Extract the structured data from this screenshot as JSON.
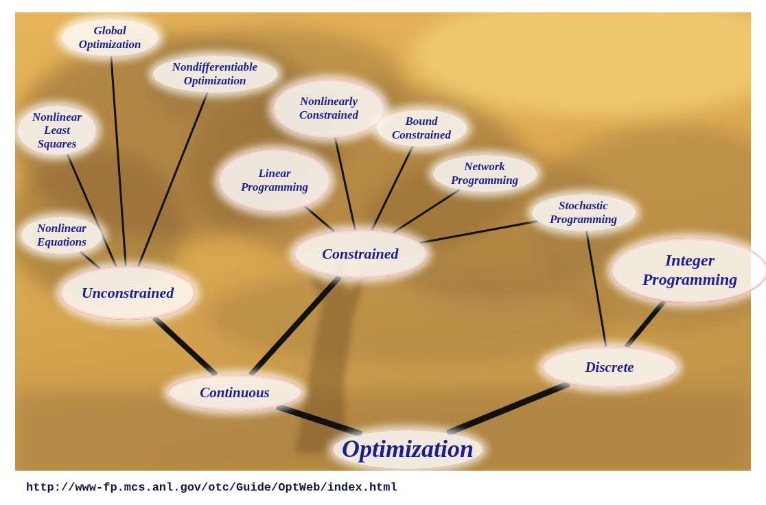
{
  "diagram": {
    "nodes": [
      {
        "text": [
          "Global Optimization"
        ]
      },
      {
        "text": [
          "Nondifferentiable Optimization"
        ]
      },
      {
        "text": [
          "Nonlinearly Constrained"
        ]
      },
      {
        "text": [
          "Bound Constrained"
        ]
      },
      {
        "text": [
          "Nonlinear Least Squares"
        ]
      },
      {
        "text": [
          "Linear Programming"
        ]
      },
      {
        "text": [
          "Network Programming"
        ]
      },
      {
        "text": [
          "Stochastic Programming"
        ]
      },
      {
        "text": [
          "Nonlinear Equations"
        ]
      },
      {
        "text": [
          "Constrained"
        ]
      },
      {
        "text": [
          "Integer Programming"
        ]
      },
      {
        "text": [
          "Unconstrained"
        ]
      },
      {
        "text": [
          "Discrete"
        ]
      },
      {
        "text": [
          "Continuous"
        ]
      },
      {
        "text": [
          "Optimization"
        ]
      }
    ],
    "edges": [
      {
        "from": 14,
        "to": 13,
        "arrow": "none"
      },
      {
        "from": 14,
        "to": 12,
        "arrow": "none"
      },
      {
        "from": 13,
        "to": 11,
        "arrow": "none"
      },
      {
        "from": 13,
        "to": 9,
        "arrow": "none"
      },
      {
        "from": 11,
        "to": 8,
        "arrow": "none"
      },
      {
        "from": 11,
        "to": 4,
        "arrow": "none"
      },
      {
        "from": 11,
        "to": 0,
        "arrow": "none"
      },
      {
        "from": 11,
        "to": 1,
        "arrow": "none"
      },
      {
        "from": 9,
        "to": 5,
        "arrow": "none"
      },
      {
        "from": 9,
        "to": 2,
        "arrow": "none"
      },
      {
        "from": 9,
        "to": 3,
        "arrow": "none"
      },
      {
        "from": 9,
        "to": 6,
        "arrow": "none"
      },
      {
        "from": 9,
        "to": 7,
        "arrow": "none"
      },
      {
        "from": 12,
        "to": 7,
        "arrow": "none"
      },
      {
        "from": 12,
        "to": 10,
        "arrow": "none"
      }
    ],
    "labels": [
      "http://www-fp.mcs.anl.gov/otc/Guide/OptWeb/index.html"
    ]
  }
}
